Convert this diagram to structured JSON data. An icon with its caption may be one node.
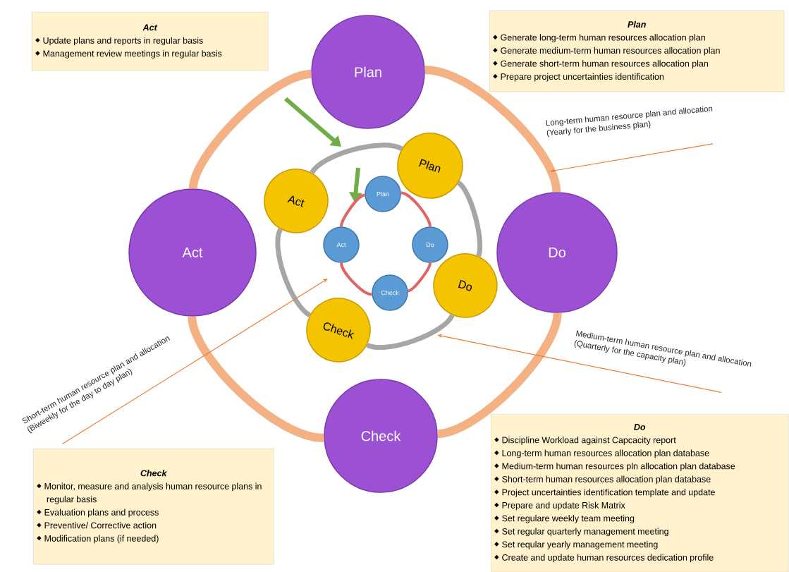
{
  "diagram": {
    "nodes": [
      {
        "text": [
          "Act",
          "Update plans and reports in regular basis",
          "Management review meetings in regular basis"
        ]
      },
      {
        "text": [
          "Plan",
          "Generate long-term human resources allocation plan",
          "Generate medium-term human resources allocation plan",
          "Generate short-term human resources allocation plan",
          "Prepare project uncertainties identification"
        ]
      },
      {
        "text": [
          "Plan"
        ]
      },
      {
        "text": [
          "Act"
        ]
      },
      {
        "text": [
          "Do"
        ]
      },
      {
        "text": [
          "Check"
        ]
      },
      {
        "text": [
          "Plan"
        ]
      },
      {
        "text": [
          "Act"
        ]
      },
      {
        "text": [
          "Do"
        ]
      },
      {
        "text": [
          "Check"
        ]
      },
      {
        "text": [
          "Plan"
        ]
      },
      {
        "text": [
          "Act"
        ]
      },
      {
        "text": [
          "Do"
        ]
      },
      {
        "text": [
          "Check"
        ]
      },
      {
        "text": [
          "Long-term human resource plan and allocation",
          "(Yearly for the business plan)"
        ]
      },
      {
        "text": [
          "Medium-term human resource plan and allocation",
          "(Quarterly for the capacity plan)"
        ]
      },
      {
        "text": [
          "Short-term human resource plan and allocation",
          "(Biweekly for the day to day plan)"
        ]
      },
      {
        "text": [
          "Check",
          "Monitor, measure and analysis human resource plans  in regular basis",
          "Evaluation plans and process",
          "Preventive/ Corrective action",
          "Modification plans (if needed)"
        ]
      },
      {
        "text": [
          "Do",
          "Discipline Workload against Capcacity report",
          "Long-term human resources allocation plan database",
          "Medium-term human resources pln allocation plan database",
          "Short-term human resources allocation plan database",
          "Project uncertainties identification template and update",
          "Prepare and update Risk Matrix",
          "Set regulare weekly team meeting",
          "Set regular quarterly management meeting",
          "Set reqular yearly management meeting",
          "Create and update human resources dedication profile"
        ]
      }
    ],
    "edges": [
      {
        "from": 2,
        "to": 4,
        "arrow": "none",
        "color": "#f4b183"
      },
      {
        "from": 4,
        "to": 5,
        "arrow": "none",
        "color": "#f4b183"
      },
      {
        "from": 5,
        "to": 3,
        "arrow": "none",
        "color": "#f4b183"
      },
      {
        "from": 3,
        "to": 2,
        "arrow": "none",
        "color": "#f4b183"
      },
      {
        "from": 6,
        "to": 8,
        "arrow": "none",
        "color": "#a6a6a6"
      },
      {
        "from": 8,
        "to": 9,
        "arrow": "none",
        "color": "#a6a6a6"
      },
      {
        "from": 9,
        "to": 7,
        "arrow": "none",
        "color": "#a6a6a6"
      },
      {
        "from": 7,
        "to": 6,
        "arrow": "none",
        "color": "#a6a6a6"
      },
      {
        "from": 10,
        "to": 12,
        "arrow": "none",
        "color": "#e06666"
      },
      {
        "from": 12,
        "to": 13,
        "arrow": "none",
        "color": "#e06666"
      },
      {
        "from": 13,
        "to": 11,
        "arrow": "none",
        "color": "#e06666"
      },
      {
        "from": 11,
        "to": 10,
        "arrow": "none",
        "color": "#e06666"
      },
      {
        "from": 14,
        "to": null,
        "arrow": "to",
        "color": "#ed7d31"
      },
      {
        "from": 15,
        "to": null,
        "arrow": "to",
        "color": "#ed7d31"
      },
      {
        "from": 16,
        "to": null,
        "arrow": "to",
        "color": "#ed7d31"
      }
    ]
  }
}
